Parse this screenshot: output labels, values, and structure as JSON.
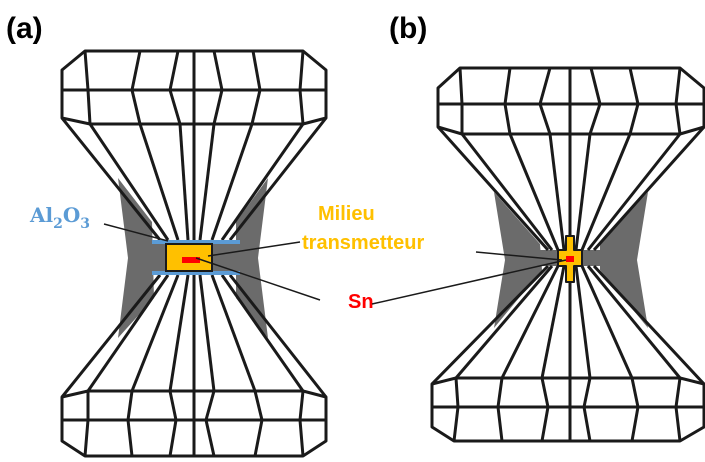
{
  "panels": {
    "a": {
      "label": "(a)"
    },
    "b": {
      "label": "(b)"
    }
  },
  "labels": {
    "alumina": {
      "main": "Al",
      "sub1": "2",
      "mid": "O",
      "sub2": "3"
    },
    "medium_line1": "Milieu",
    "medium_line2": "transmetteur",
    "sample": "Sn"
  },
  "colors": {
    "alumina": "#5b9bd5",
    "medium": "#ffc000",
    "sample": "#ff0000",
    "gasket": "#6b6b6b",
    "outline": "#1a1a1a"
  }
}
